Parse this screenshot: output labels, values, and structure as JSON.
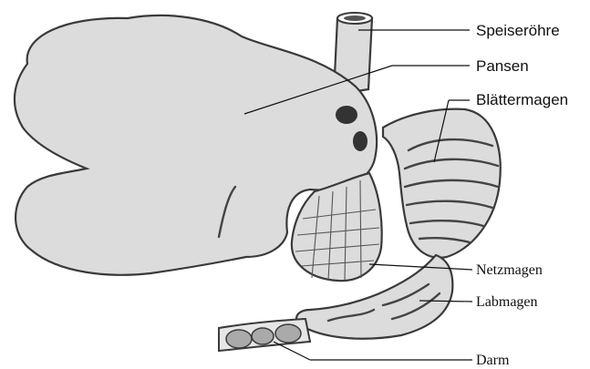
{
  "labels": {
    "speiseroehre": "Speiseröhre",
    "pansen": "Pansen",
    "blaettermagen": "Blättermagen",
    "netzmagen": "Netzmagen",
    "labmagen": "Labmagen",
    "darm": "Darm"
  }
}
